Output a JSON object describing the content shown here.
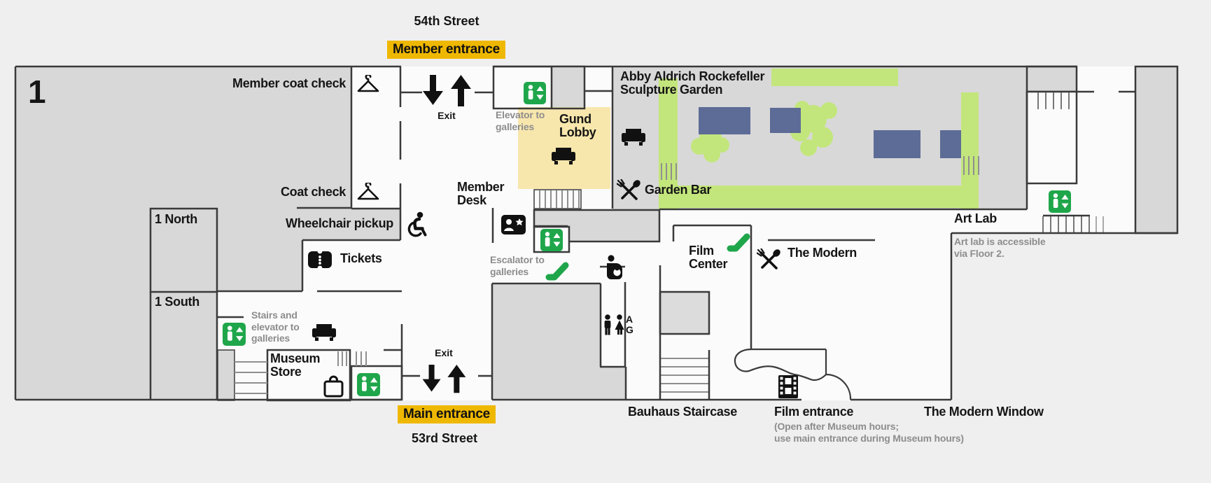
{
  "colors": {
    "background": "#f0eff0",
    "map_fill": "#fbfbfb",
    "area_gray": "#d8d8d8",
    "wall": "#3a3a3a",
    "accent_yellow": "#efb800",
    "pale_yellow_lobby": "#f8e7ad",
    "green": "#1fa64b",
    "light_green": "#c3e67c",
    "slate_blue": "#5d6c96",
    "note_gray": "#8d8d8d"
  },
  "floor": {
    "number": "1"
  },
  "streets": {
    "top": "54th Street",
    "bottom": "53rd Street"
  },
  "entrances": {
    "member": "Member entrance",
    "main": "Main entrance",
    "exit_top": "Exit",
    "exit_bottom": "Exit",
    "film": "Film entrance",
    "film_note": "(Open after Museum hours;\nuse main entrance during Museum hours)"
  },
  "labels": {
    "member_coat_check": "Member coat check",
    "coat_check": "Coat check",
    "one_north": "1 North",
    "one_south": "1 South",
    "wheelchair_pickup": "Wheelchair pickup",
    "tickets": "Tickets",
    "stairs_elevator_note": "Stairs and\nelevator to\ngalleries",
    "museum_store": "Museum\nStore",
    "elevator_note": "Elevator to\ngalleries",
    "escalator_note": "Escalator to\ngalleries",
    "gund_lobby": "Gund\nLobby",
    "member_desk": "Member\nDesk",
    "sculpture_garden": "Abby Aldrich Rockefeller\nSculpture Garden",
    "garden_bar": "Garden Bar",
    "film_center": "Film\nCenter",
    "the_modern": "The Modern",
    "art_lab": "Art Lab",
    "art_lab_note": "Art lab is accessible\nvia Floor 2.",
    "bauhaus_staircase": "Bauhaus Staircase",
    "modern_window": "The Modern Window",
    "restroom_letters": "A\nG"
  },
  "icons": {
    "elevator": "person-with-up-down-arrows-green-square",
    "escalator": "green-diagonal-escalator",
    "coat_check": "clothes-hanger",
    "lounge": "sofa",
    "restaurant": "crossed-fork-and-spoon",
    "tickets": "ticket-stub-with-perforation",
    "wheelchair": "wheelchair-user",
    "member_desk": "membership-card-with-star",
    "caregiver": "adult-holding-child",
    "restroom": "man-and-woman-figures",
    "store": "shopping-bag",
    "film": "film-strip",
    "exit": "up-and-down-arrows"
  }
}
